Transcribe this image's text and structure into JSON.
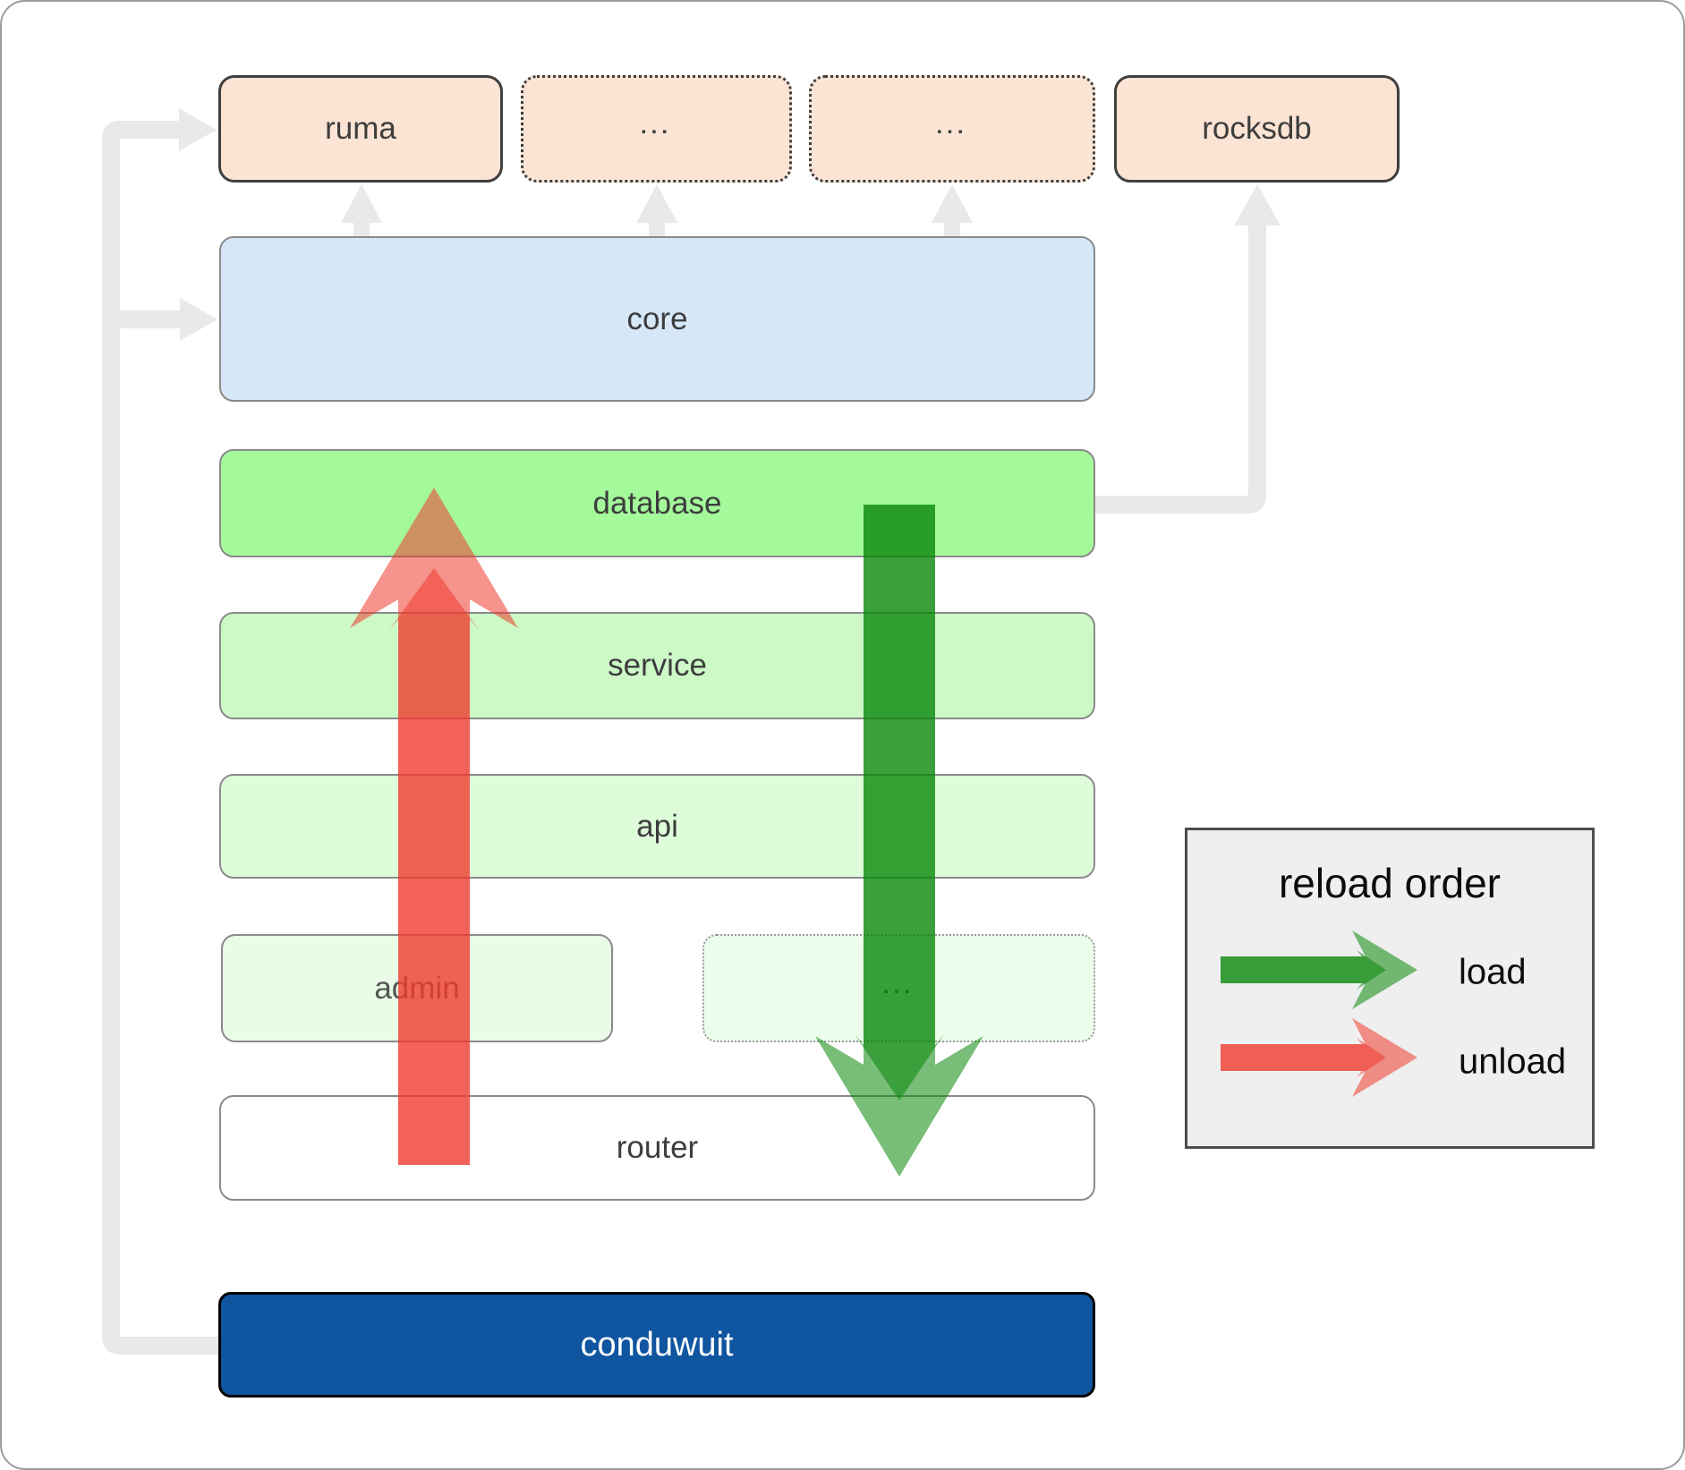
{
  "diagram": {
    "top_row": {
      "ruma": "ruma",
      "more1": "...",
      "more2": "...",
      "rocksdb": "rocksdb"
    },
    "layers": {
      "core": "core",
      "database": "database",
      "service": "service",
      "api": "api",
      "admin": "admin",
      "more": "...",
      "router": "router",
      "conduwuit": "conduwuit"
    }
  },
  "legend": {
    "title": "reload order",
    "items": [
      {
        "label": "load",
        "color": "#0a870a"
      },
      {
        "label": "unload",
        "color": "#ef3b2e"
      }
    ]
  },
  "colors": {
    "peach_fill": "#fce4d4",
    "peach_border": "#3f3f3f",
    "core_fill": "#d6e7f8",
    "database_fill": "#a4fa9b",
    "service_fill": "#cdf9c7",
    "api_fill": "#defcda",
    "admin_fill": "#eafbe7",
    "more_fill": "#edfdeb",
    "box_border": "#8a8a8a",
    "router_fill": "#ffffff",
    "conduwuit_fill": "#0f55a0",
    "conduwuit_border": "#000000",
    "connector_gray": "#e9e9e9",
    "load_green": "#0a870a",
    "unload_red": "#ef3b2e",
    "legend_bg": "#efefef",
    "legend_border": "#4d4d4d",
    "label_color": "#3d3d3d"
  }
}
